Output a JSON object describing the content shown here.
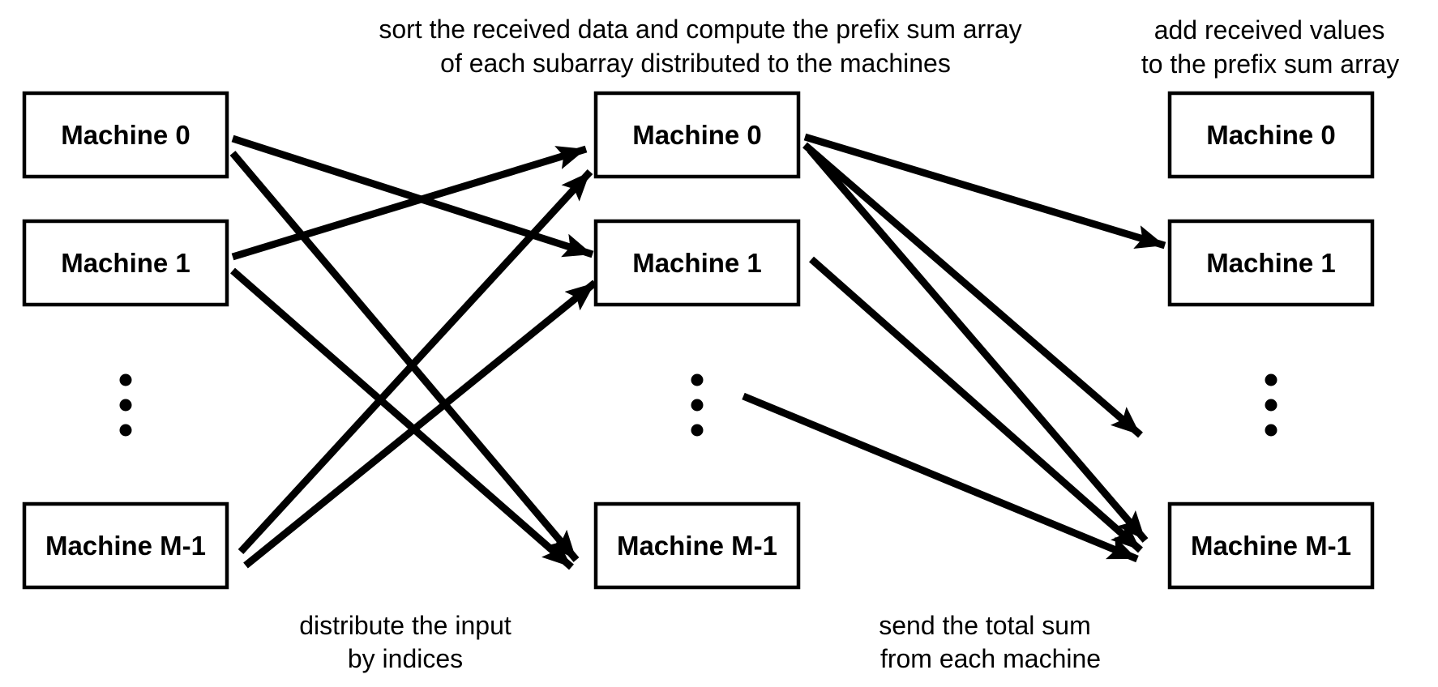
{
  "diagram": {
    "background_color": "#ffffff",
    "line_color": "#000000",
    "captions": {
      "top_middle_line1": "sort the received data and compute the prefix sum array",
      "top_middle_line2": "of each subarray distributed to the machines",
      "top_right_line1": "add received values",
      "top_right_line2": "to the prefix sum array",
      "bottom_left_line1": "distribute the input",
      "bottom_left_line2": "by indices",
      "bottom_right_line1": "send the total sum",
      "bottom_right_line2": "from each machine"
    },
    "columns": [
      {
        "name": "input-machines",
        "boxes": [
          "Machine 0",
          "Machine 1",
          "Machine M-1"
        ]
      },
      {
        "name": "sorting-machines",
        "boxes": [
          "Machine 0",
          "Machine 1",
          "Machine M-1"
        ]
      },
      {
        "name": "result-machines",
        "boxes": [
          "Machine 0",
          "Machine 1",
          "Machine M-1"
        ]
      }
    ]
  }
}
